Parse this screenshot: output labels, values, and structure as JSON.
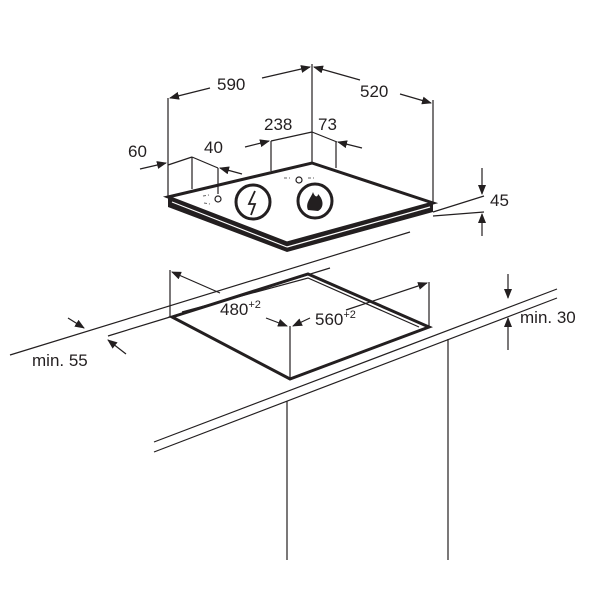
{
  "diagram": {
    "type": "hob installation dimensions",
    "hob": {
      "width": "590",
      "depth": "520",
      "burner_offset": "238",
      "rear_offset": "73",
      "left_offset": "60",
      "front_offset": "40",
      "height": "45",
      "icons": [
        "electric-zone-icon",
        "gas-flame-icon"
      ]
    },
    "cutout": {
      "width": "560",
      "width_tolerance": "+2",
      "depth": "480",
      "depth_tolerance": "+2",
      "min_back_distance": "min. 55",
      "min_worktop_thickness": "min. 30"
    },
    "line_color": "#231f20"
  }
}
